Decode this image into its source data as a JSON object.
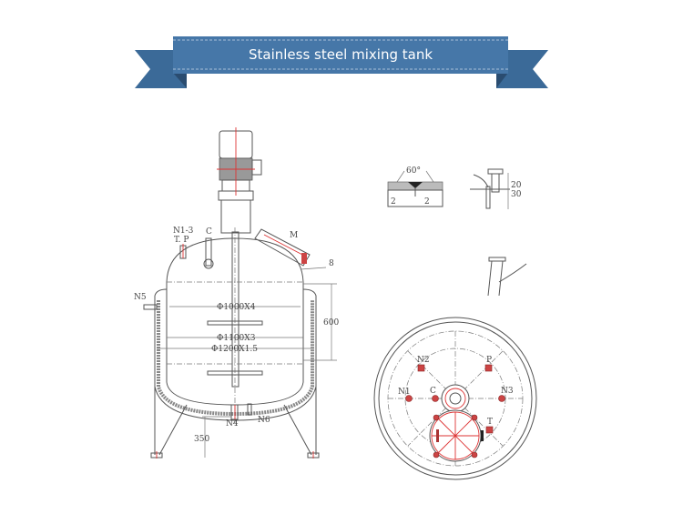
{
  "banner": {
    "title": "Stainless steel mixing tank",
    "color": "#4272a3"
  },
  "elevation_view": {
    "labels": {
      "n1_3": "N1-3",
      "tp": "T. P",
      "c": "C",
      "m": "M",
      "n5": "N5",
      "item8": "8",
      "dia_inner": "Φ1000X4",
      "dia_mid": "Φ1100X3",
      "dia_outer": "Φ1200X1.5",
      "height": "600",
      "n4": "N4",
      "n6": "N6",
      "leg_clearance": "350"
    }
  },
  "weld_detail": {
    "angle": "60°",
    "gap_left": "2",
    "gap_right": "2"
  },
  "flange_detail": {
    "dim_top": "20",
    "dim_bottom": "30"
  },
  "plan_view": {
    "labels": {
      "n2": "N2",
      "p": "P",
      "n1": "N1",
      "c": "C",
      "n3": "N3",
      "t": "T"
    },
    "accent_color": "#cc3333"
  }
}
